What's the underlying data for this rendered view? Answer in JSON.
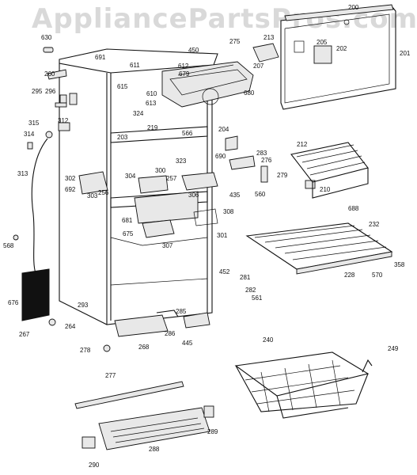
{
  "watermark": "AppliancePartsPros.com",
  "callouts": [
    "200",
    "201",
    "202",
    "203",
    "204",
    "205",
    "207",
    "210",
    "212",
    "213",
    "219",
    "228",
    "232",
    "240",
    "249",
    "256",
    "257",
    "260",
    "264",
    "267",
    "268",
    "275",
    "276",
    "277",
    "278",
    "279",
    "281",
    "282",
    "283",
    "285",
    "286",
    "288",
    "289",
    "290",
    "293",
    "295",
    "296",
    "300",
    "301",
    "302",
    "303",
    "304",
    "306",
    "307",
    "308",
    "312",
    "313",
    "314",
    "315",
    "323",
    "324",
    "358",
    "435",
    "445",
    "450",
    "452",
    "560",
    "561",
    "566",
    "568",
    "570",
    "610",
    "611",
    "612",
    "613",
    "615",
    "630",
    "675",
    "676",
    "679",
    "680",
    "681",
    "688",
    "690",
    "691",
    "692"
  ]
}
